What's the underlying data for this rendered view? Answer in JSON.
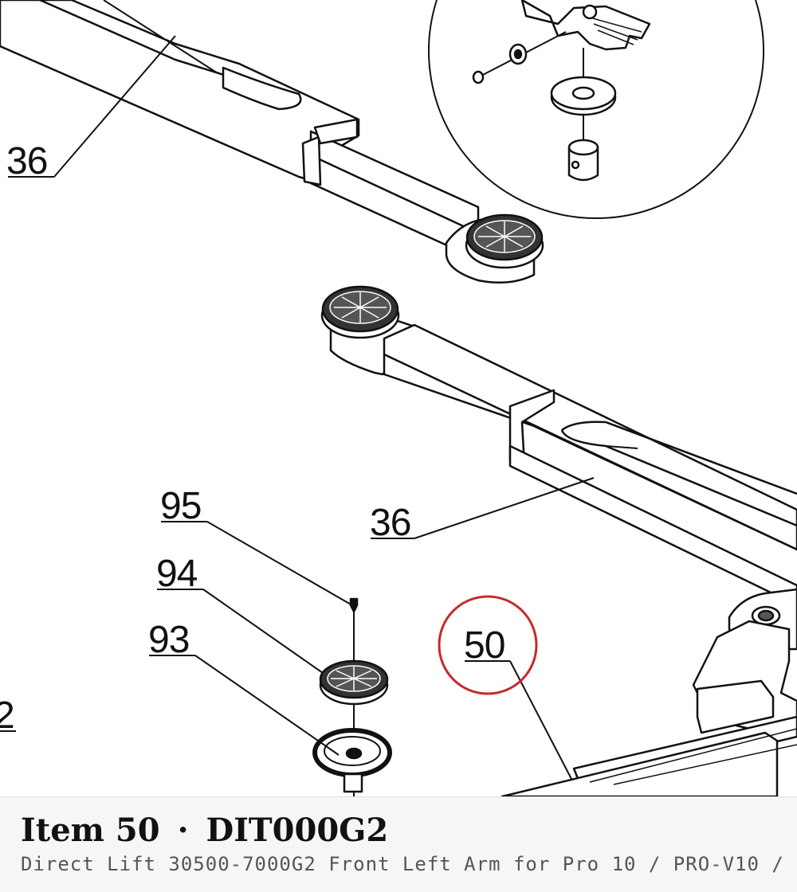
{
  "callouts": {
    "arm_upper": "36",
    "arm_lower": "36",
    "screw": "95",
    "pad": "94",
    "holder": "93",
    "edge": "2",
    "highlighted": "50"
  },
  "highlight_color": "#c8282d",
  "caption": {
    "item_label": "Item 50",
    "separator": "·",
    "part_number": "DIT000G2",
    "description": "Direct Lift 30500-7000G2 Front Left Arm for Pro 10 / PRO-V10 /"
  }
}
